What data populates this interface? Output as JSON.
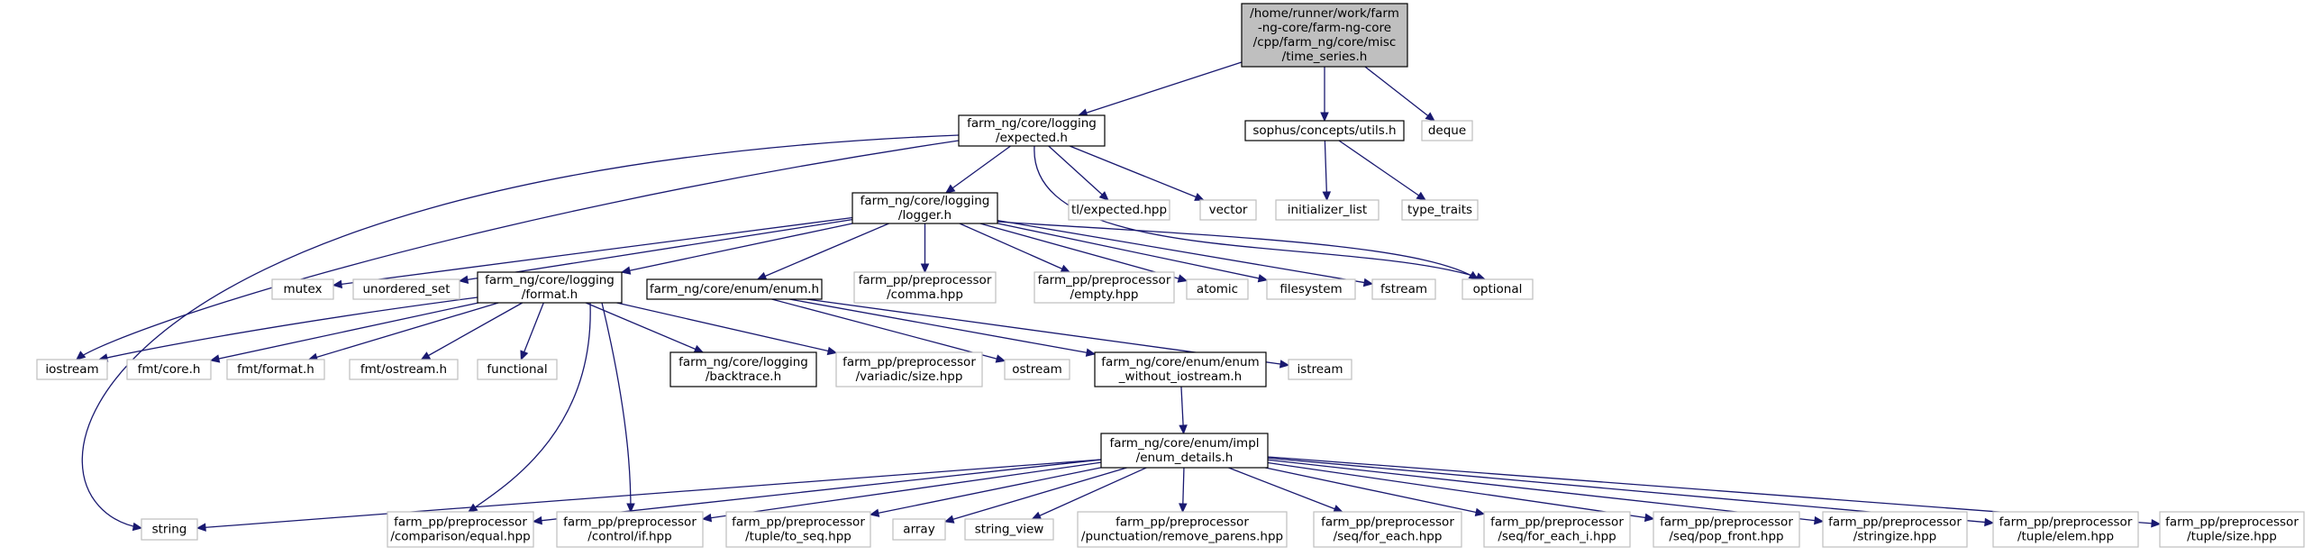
{
  "diagram": {
    "colors": {
      "edge": "#191970",
      "root_fill": "#bfbfbf",
      "box_border": "#000000",
      "external_border": "#bfbfbf",
      "text": "#000000"
    },
    "nodes": [
      {
        "id": "root",
        "lines": [
          "/home/runner/work/farm",
          "-ng-core/farm-ng-core",
          "/cpp/farm_ng/core/misc",
          "/time_series.h"
        ],
        "kind": "root"
      },
      {
        "id": "expected",
        "lines": [
          "farm_ng/core/logging",
          "/expected.h"
        ],
        "kind": "documented"
      },
      {
        "id": "sophus_utils",
        "lines": [
          "sophus/concepts/utils.h"
        ],
        "kind": "documented"
      },
      {
        "id": "deque",
        "lines": [
          "deque"
        ],
        "kind": "external"
      },
      {
        "id": "initializer_list",
        "lines": [
          "initializer_list"
        ],
        "kind": "external"
      },
      {
        "id": "type_traits",
        "lines": [
          "type_traits"
        ],
        "kind": "external"
      },
      {
        "id": "logger",
        "lines": [
          "farm_ng/core/logging",
          "/logger.h"
        ],
        "kind": "documented"
      },
      {
        "id": "tl_expected",
        "lines": [
          "tl/expected.hpp"
        ],
        "kind": "external"
      },
      {
        "id": "vector",
        "lines": [
          "vector"
        ],
        "kind": "external"
      },
      {
        "id": "mutex",
        "lines": [
          "mutex"
        ],
        "kind": "external"
      },
      {
        "id": "unordered_set",
        "lines": [
          "unordered_set"
        ],
        "kind": "external"
      },
      {
        "id": "format",
        "lines": [
          "farm_ng/core/logging",
          "/format.h"
        ],
        "kind": "documented"
      },
      {
        "id": "enum_h",
        "lines": [
          "farm_ng/core/enum/enum.h"
        ],
        "kind": "documented"
      },
      {
        "id": "comma",
        "lines": [
          "farm_pp/preprocessor",
          "/comma.hpp"
        ],
        "kind": "external"
      },
      {
        "id": "empty",
        "lines": [
          "farm_pp/preprocessor",
          "/empty.hpp"
        ],
        "kind": "external"
      },
      {
        "id": "atomic",
        "lines": [
          "atomic"
        ],
        "kind": "external"
      },
      {
        "id": "filesystem",
        "lines": [
          "filesystem"
        ],
        "kind": "external"
      },
      {
        "id": "fstream",
        "lines": [
          "fstream"
        ],
        "kind": "external"
      },
      {
        "id": "optional",
        "lines": [
          "optional"
        ],
        "kind": "external"
      },
      {
        "id": "iostream",
        "lines": [
          "iostream"
        ],
        "kind": "external"
      },
      {
        "id": "fmt_core",
        "lines": [
          "fmt/core.h"
        ],
        "kind": "external"
      },
      {
        "id": "fmt_format",
        "lines": [
          "fmt/format.h"
        ],
        "kind": "external"
      },
      {
        "id": "fmt_ostream",
        "lines": [
          "fmt/ostream.h"
        ],
        "kind": "external"
      },
      {
        "id": "functional",
        "lines": [
          "functional"
        ],
        "kind": "external"
      },
      {
        "id": "backtrace",
        "lines": [
          "farm_ng/core/logging",
          "/backtrace.h"
        ],
        "kind": "documented"
      },
      {
        "id": "variadic_size",
        "lines": [
          "farm_pp/preprocessor",
          "/variadic/size.hpp"
        ],
        "kind": "external"
      },
      {
        "id": "ostream",
        "lines": [
          "ostream"
        ],
        "kind": "external"
      },
      {
        "id": "enum_wo_iostream",
        "lines": [
          "farm_ng/core/enum/enum",
          "_without_iostream.h"
        ],
        "kind": "documented"
      },
      {
        "id": "istream",
        "lines": [
          "istream"
        ],
        "kind": "external"
      },
      {
        "id": "enum_details",
        "lines": [
          "farm_ng/core/enum/impl",
          "/enum_details.h"
        ],
        "kind": "documented"
      },
      {
        "id": "string",
        "lines": [
          "string"
        ],
        "kind": "external"
      },
      {
        "id": "comparison_equal",
        "lines": [
          "farm_pp/preprocessor",
          "/comparison/equal.hpp"
        ],
        "kind": "external"
      },
      {
        "id": "control_if",
        "lines": [
          "farm_pp/preprocessor",
          "/control/if.hpp"
        ],
        "kind": "external"
      },
      {
        "id": "tuple_to_seq",
        "lines": [
          "farm_pp/preprocessor",
          "/tuple/to_seq.hpp"
        ],
        "kind": "external"
      },
      {
        "id": "array",
        "lines": [
          "array"
        ],
        "kind": "external"
      },
      {
        "id": "string_view",
        "lines": [
          "string_view"
        ],
        "kind": "external"
      },
      {
        "id": "remove_parens",
        "lines": [
          "farm_pp/preprocessor",
          "/punctuation/remove_parens.hpp"
        ],
        "kind": "external"
      },
      {
        "id": "seq_for_each",
        "lines": [
          "farm_pp/preprocessor",
          "/seq/for_each.hpp"
        ],
        "kind": "external"
      },
      {
        "id": "seq_for_each_i",
        "lines": [
          "farm_pp/preprocessor",
          "/seq/for_each_i.hpp"
        ],
        "kind": "external"
      },
      {
        "id": "seq_pop_front",
        "lines": [
          "farm_pp/preprocessor",
          "/seq/pop_front.hpp"
        ],
        "kind": "external"
      },
      {
        "id": "stringize",
        "lines": [
          "farm_pp/preprocessor",
          "/stringize.hpp"
        ],
        "kind": "external"
      },
      {
        "id": "tuple_elem",
        "lines": [
          "farm_pp/preprocessor",
          "/tuple/elem.hpp"
        ],
        "kind": "external"
      },
      {
        "id": "tuple_size",
        "lines": [
          "farm_pp/preprocessor",
          "/tuple/size.hpp"
        ],
        "kind": "external"
      }
    ],
    "edges": [
      [
        "root",
        "expected"
      ],
      [
        "root",
        "sophus_utils"
      ],
      [
        "root",
        "deque"
      ],
      [
        "sophus_utils",
        "initializer_list"
      ],
      [
        "sophus_utils",
        "type_traits"
      ],
      [
        "expected",
        "logger"
      ],
      [
        "expected",
        "tl_expected"
      ],
      [
        "expected",
        "vector"
      ],
      [
        "expected",
        "iostream"
      ],
      [
        "expected",
        "string"
      ],
      [
        "expected",
        "optional"
      ],
      [
        "logger",
        "mutex"
      ],
      [
        "logger",
        "unordered_set"
      ],
      [
        "logger",
        "format"
      ],
      [
        "logger",
        "enum_h"
      ],
      [
        "logger",
        "comma"
      ],
      [
        "logger",
        "empty"
      ],
      [
        "logger",
        "atomic"
      ],
      [
        "logger",
        "filesystem"
      ],
      [
        "logger",
        "fstream"
      ],
      [
        "logger",
        "optional"
      ],
      [
        "format",
        "iostream"
      ],
      [
        "format",
        "fmt_core"
      ],
      [
        "format",
        "fmt_format"
      ],
      [
        "format",
        "fmt_ostream"
      ],
      [
        "format",
        "functional"
      ],
      [
        "format",
        "backtrace"
      ],
      [
        "format",
        "variadic_size"
      ],
      [
        "format",
        "comparison_equal"
      ],
      [
        "format",
        "control_if"
      ],
      [
        "enum_h",
        "ostream"
      ],
      [
        "enum_h",
        "enum_wo_iostream"
      ],
      [
        "enum_h",
        "istream"
      ],
      [
        "enum_wo_iostream",
        "enum_details"
      ],
      [
        "enum_details",
        "string"
      ],
      [
        "enum_details",
        "comparison_equal"
      ],
      [
        "enum_details",
        "control_if"
      ],
      [
        "enum_details",
        "tuple_to_seq"
      ],
      [
        "enum_details",
        "array"
      ],
      [
        "enum_details",
        "string_view"
      ],
      [
        "enum_details",
        "remove_parens"
      ],
      [
        "enum_details",
        "seq_for_each"
      ],
      [
        "enum_details",
        "seq_for_each_i"
      ],
      [
        "enum_details",
        "seq_pop_front"
      ],
      [
        "enum_details",
        "stringize"
      ],
      [
        "enum_details",
        "tuple_elem"
      ],
      [
        "enum_details",
        "tuple_size"
      ]
    ]
  }
}
